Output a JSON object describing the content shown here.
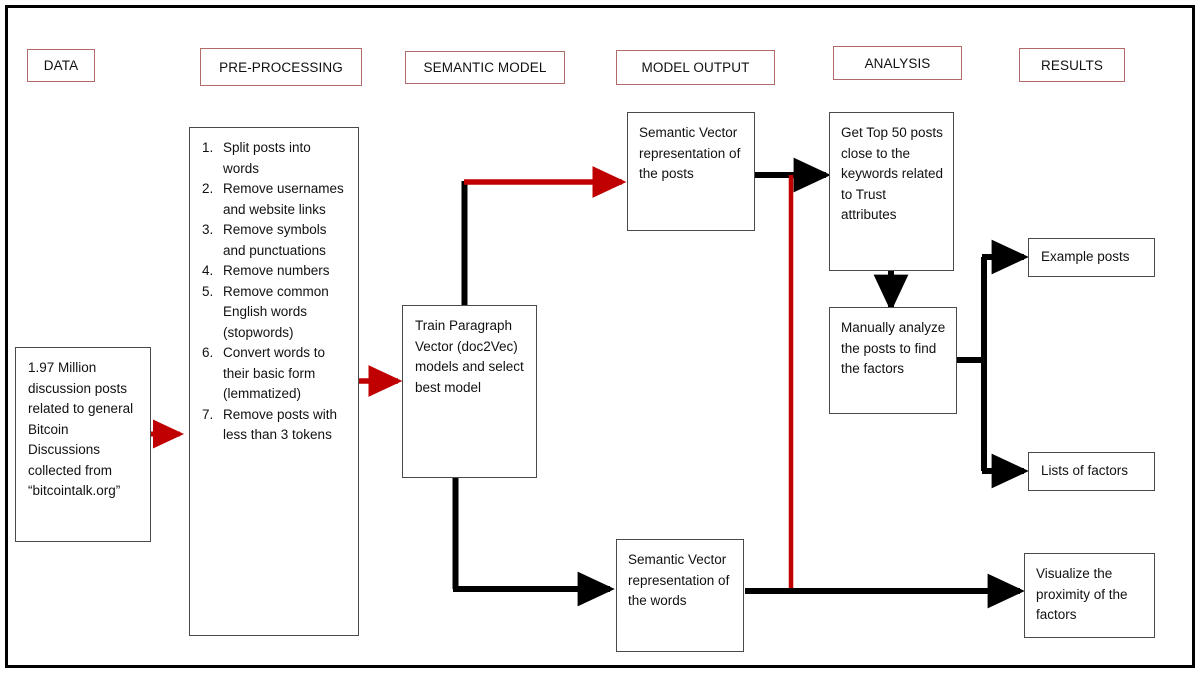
{
  "diagram": {
    "title_bar_present": true,
    "colors": {
      "header_border": "#b06a6a",
      "node_border": "#4a4a4a",
      "arrow_black": "#000000",
      "arrow_red": "#c00000",
      "frame": "#000000",
      "background": "#ffffff"
    },
    "columns": [
      {
        "id": "data",
        "label": "DATA"
      },
      {
        "id": "preprocessing",
        "label": "PRE-PROCESSING"
      },
      {
        "id": "semantic",
        "label": "SEMANTIC MODEL"
      },
      {
        "id": "output",
        "label": "MODEL OUTPUT"
      },
      {
        "id": "analysis",
        "label": "ANALYSIS"
      },
      {
        "id": "results",
        "label": "RESULTS"
      }
    ],
    "nodes": {
      "data_source": "1.97 Million discussion posts related to general Bitcoin Discussions collected from “bitcointalk.org”",
      "preprocessing_steps": [
        "Split posts into words",
        "Remove usernames and website links",
        "Remove symbols and punctuations",
        "Remove numbers",
        "Remove common English words (stopwords)",
        "Convert words to their basic form (lemmatized)",
        "Remove posts with less than 3 tokens"
      ],
      "train_model": "Train Paragraph Vector (doc2Vec) models and select best model",
      "vector_posts": "Semantic Vector representation of the posts",
      "vector_words": "Semantic Vector representation of the words",
      "top_posts": "Get Top 50 posts close to the keywords related to Trust attributes",
      "manual_analysis": "Manually analyze the posts to find the factors",
      "example_posts": "Example posts",
      "lists_of_factors": "Lists of factors",
      "visualize": "Visualize the proximity of the factors"
    },
    "edges": [
      {
        "from": "data_source",
        "to": "preprocessing_steps",
        "color": "#c00000"
      },
      {
        "from": "preprocessing_steps",
        "to": "train_model",
        "color": "#c00000"
      },
      {
        "from": "train_model",
        "to": "vector_posts",
        "color": "#c00000"
      },
      {
        "from": "train_model",
        "to": "vector_words",
        "color": "#000000"
      },
      {
        "from": "vector_posts",
        "to": "top_posts",
        "color": "#000000"
      },
      {
        "from": "top_posts",
        "to": "manual_analysis",
        "color": "#000000"
      },
      {
        "from": "manual_analysis",
        "to": "example_posts",
        "color": "#000000"
      },
      {
        "from": "manual_analysis",
        "to": "lists_of_factors",
        "color": "#000000"
      },
      {
        "from": "vector_words",
        "to": "visualize",
        "color": "#000000"
      },
      {
        "from": "vector_posts",
        "to": "visualize_branch",
        "color": "#c00000"
      }
    ]
  }
}
